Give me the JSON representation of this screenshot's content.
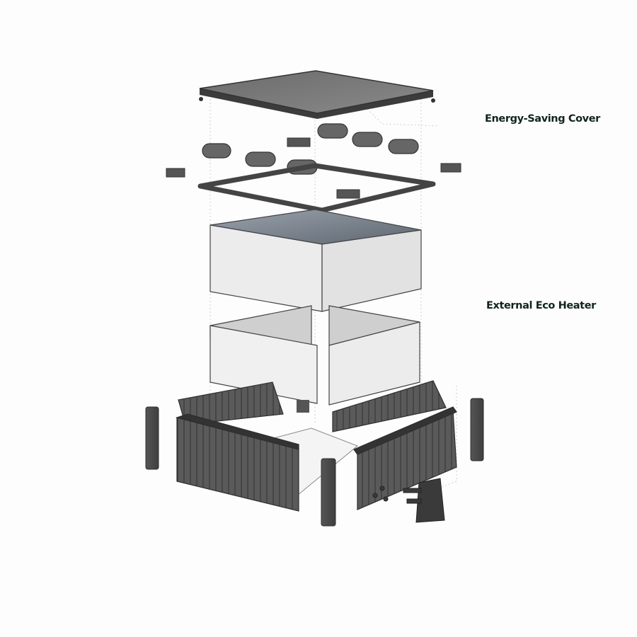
{
  "diagram": {
    "type": "exploded-view illustration",
    "labels": {
      "cover": "Energy-Saving Cover",
      "heater": "External Eco Heater"
    },
    "colors": {
      "label_text": "#10241f",
      "wood": "#4a4a4a",
      "tub": "#eeeeee",
      "outline": "#333333"
    }
  }
}
